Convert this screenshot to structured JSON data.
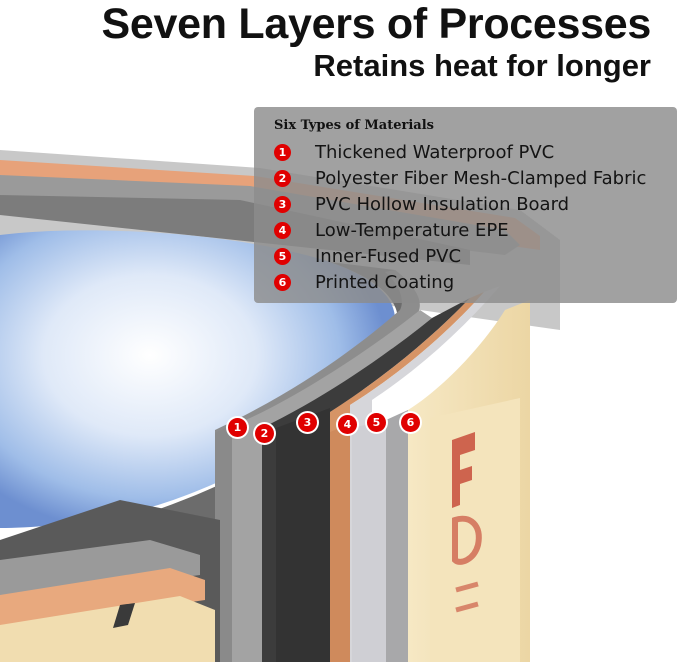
{
  "headline": {
    "title": "Seven Layers of Processes",
    "subtitle": "Retains heat for longer"
  },
  "legend": {
    "title": "Six Types of Materials",
    "items": [
      {
        "number": "1",
        "label": "Thickened Waterproof PVC"
      },
      {
        "number": "2",
        "label": "Polyester Fiber Mesh-Clamped Fabric"
      },
      {
        "number": "3",
        "label": "PVC Hollow Insulation Board"
      },
      {
        "number": "4",
        "label": "Low-Temperature EPE"
      },
      {
        "number": "5",
        "label": "Inner-Fused PVC"
      },
      {
        "number": "6",
        "label": "Printed Coating"
      }
    ]
  },
  "callouts": [
    "1",
    "2",
    "3",
    "4",
    "5",
    "6"
  ],
  "colors": {
    "badge": "#e00000",
    "panel": "#8c8c8c",
    "water": "#bcd4f2",
    "layer_pvc": "#6f6f6f",
    "layer_board": "#3f3f3f",
    "layer_epe": "#d89a70",
    "layer_inner": "#d2d2d6",
    "outer_wrap": "#f3e3bd"
  }
}
